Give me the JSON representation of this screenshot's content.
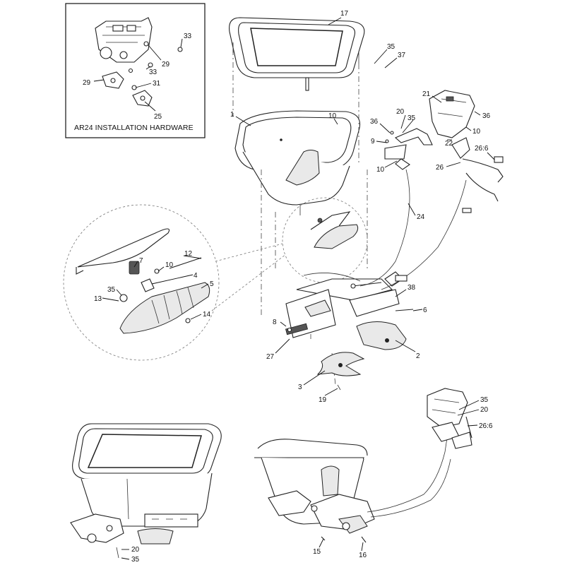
{
  "inset": {
    "title": "AR24 INSTALLATION HARDWARE",
    "callouts": [
      "33",
      "29",
      "33",
      "29",
      "31",
      "25"
    ]
  },
  "callouts": {
    "c17": "17",
    "c35a": "35",
    "c37": "37",
    "c21": "21",
    "c1": "1",
    "c10a": "10",
    "c20a": "20",
    "c36a": "36",
    "c35b": "35",
    "c36b": "36",
    "c10b": "10",
    "c9": "9",
    "c22": "22",
    "c10c": "10",
    "c26a": "26:6",
    "c26b": "26",
    "c24": "24",
    "c12": "12",
    "c7": "7",
    "c10d": "10",
    "c4": "4",
    "c5": "5",
    "c35c": "35",
    "c13": "13",
    "c14": "14",
    "c38": "38",
    "c6": "6",
    "c8": "8",
    "c27": "27",
    "c2": "2",
    "c3": "3",
    "c19": "19",
    "c35d": "35",
    "c20b": "20",
    "c26c": "26:6",
    "c20c": "20",
    "c35e": "35",
    "c15": "15",
    "c16": "16"
  }
}
